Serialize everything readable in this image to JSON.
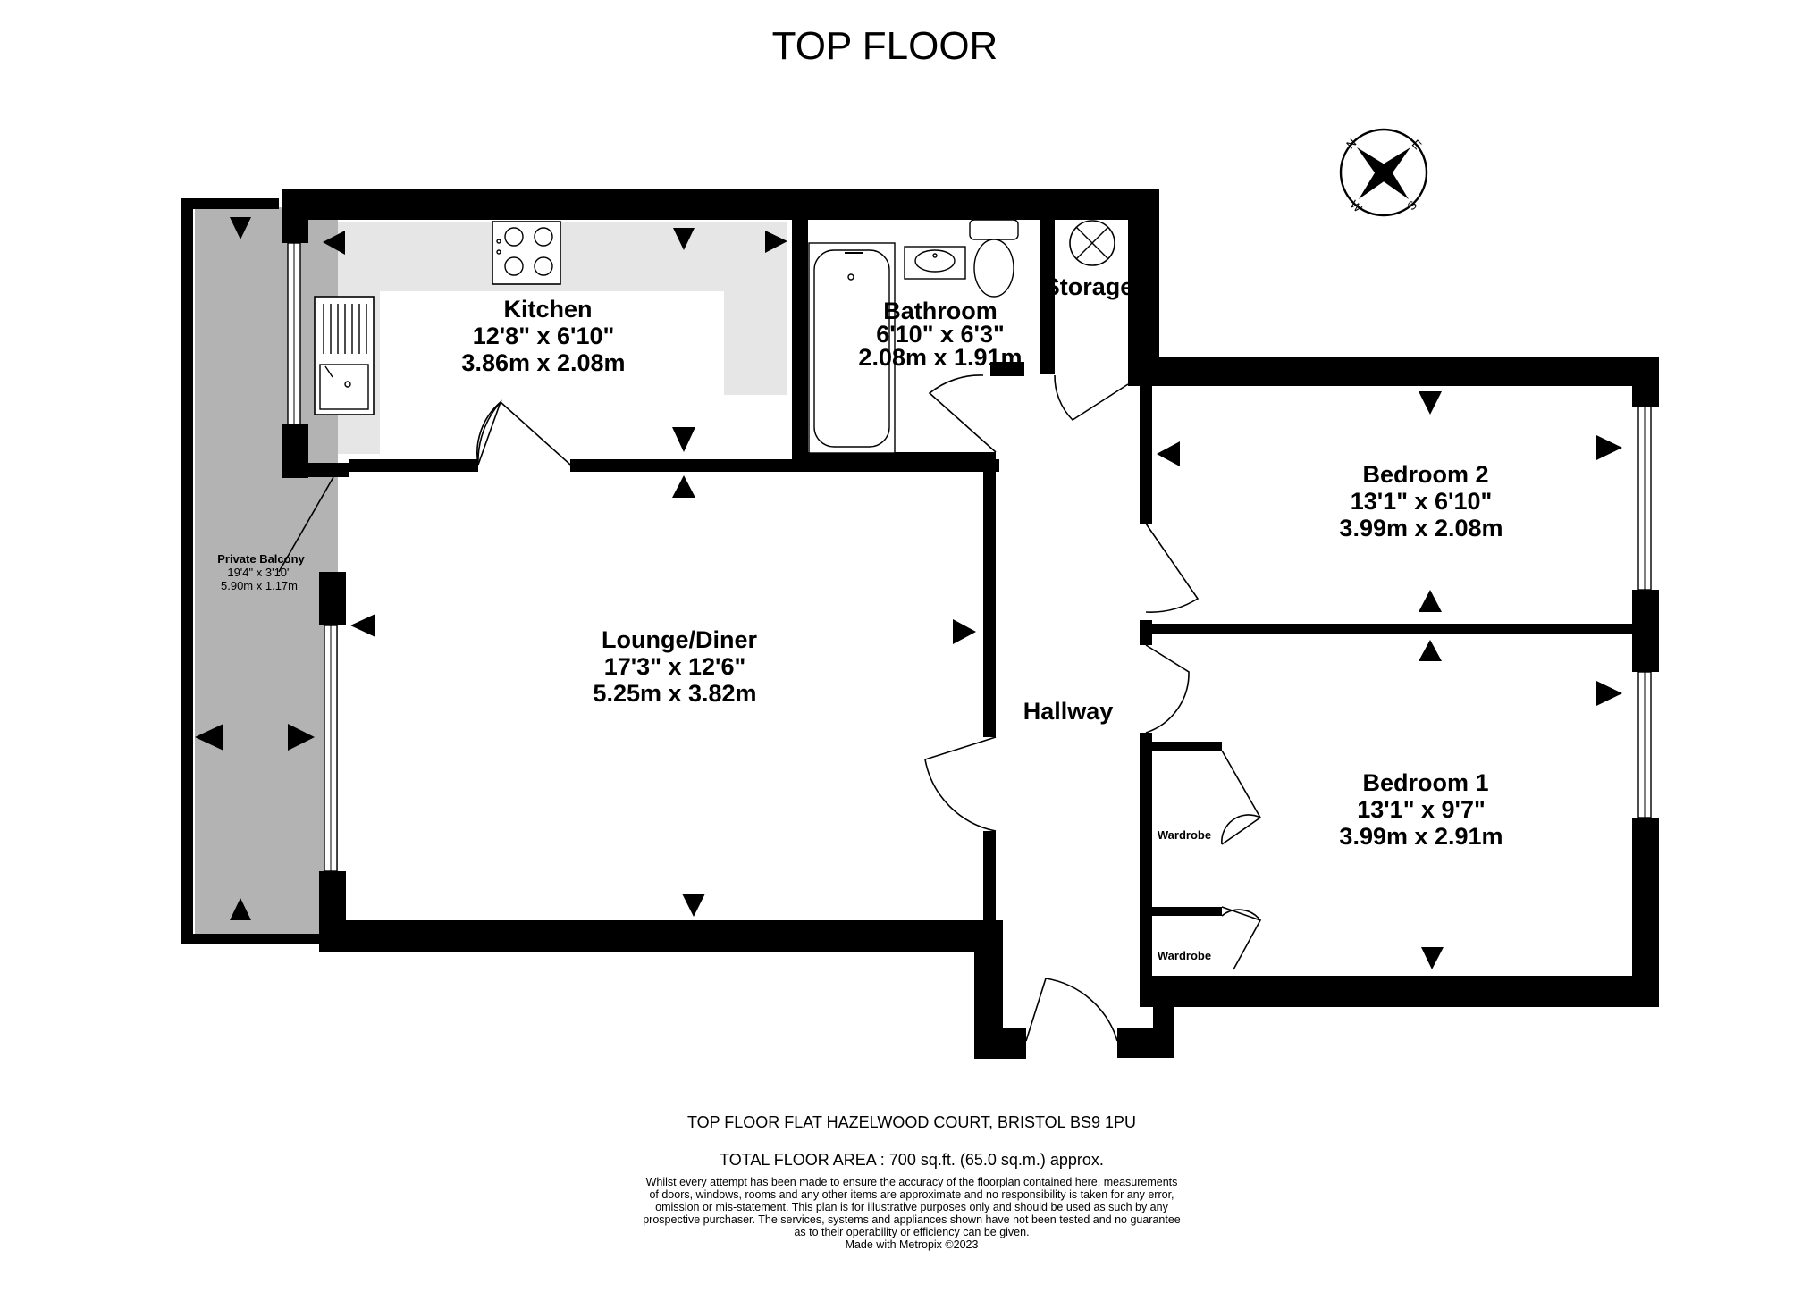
{
  "floor_title": "TOP FLOOR",
  "rooms": {
    "kitchen": {
      "name": "Kitchen",
      "imperial": "12'8\"  x 6'10\"",
      "metric": "3.86m  x 2.08m"
    },
    "bathroom": {
      "name": "Bathroom",
      "imperial": "6'10\"  x 6'3\"",
      "metric": "2.08m  x 1.91m"
    },
    "storage": {
      "name": "Storage"
    },
    "bedroom2": {
      "name": "Bedroom 2",
      "imperial": "13'1\"  x 6'10\"",
      "metric": "3.99m  x 2.08m"
    },
    "lounge": {
      "name": "Lounge/Diner",
      "imperial": "17'3\"  x 12'6\"",
      "metric": "5.25m  x 3.82m"
    },
    "hallway": {
      "name": "Hallway"
    },
    "bedroom1": {
      "name": "Bedroom 1",
      "imperial": "13'1\"  x 9'7\"",
      "metric": "3.99m  x 2.91m"
    },
    "balcony": {
      "name": "Private Balcony",
      "imperial": "19'4\"  x 3'10\"",
      "metric": "5.90m  x 1.17m"
    },
    "wardrobe_upper": {
      "name": "Wardrobe"
    },
    "wardrobe_lower": {
      "name": "Wardrobe"
    }
  },
  "compass": {
    "n": "N",
    "e": "E",
    "s": "S",
    "w": "W"
  },
  "footer": {
    "address": "TOP FLOOR FLAT HAZELWOOD COURT, BRISTOL BS9 1PU",
    "total_area": "TOTAL FLOOR AREA : 700 sq.ft. (65.0 sq.m.) approx.",
    "disclaimer": [
      "Whilst every attempt has been made to ensure the accuracy of the floorplan contained here, measurements",
      "of doors, windows, rooms and any other items are approximate and no responsibility is taken for any error,",
      "omission or mis-statement. This plan is for illustrative purposes only and should be used as such by any",
      "prospective purchaser. The services, systems and appliances shown have not been tested and no guarantee",
      "as to their operability or efficiency can be given."
    ],
    "credit": "Made with Metropix ©2023"
  }
}
